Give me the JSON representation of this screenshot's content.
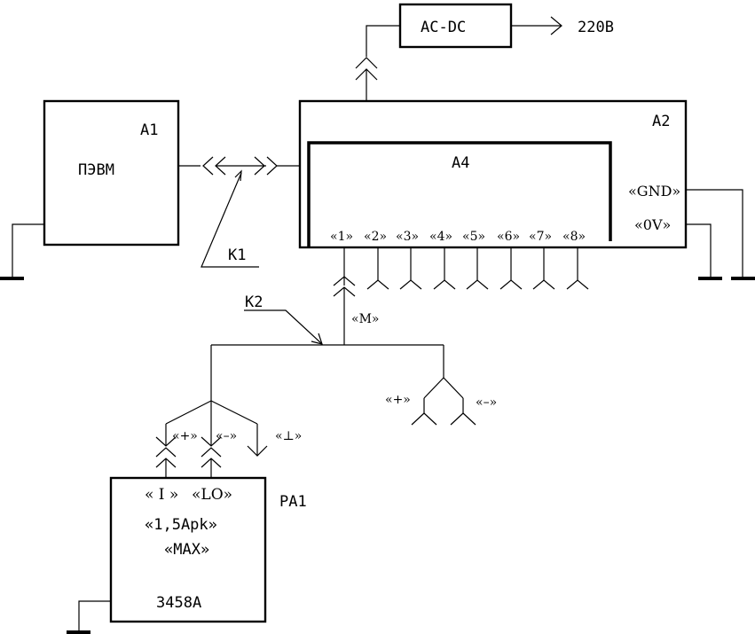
{
  "blocks": {
    "a1": {
      "ref": "A1",
      "name": "ПЭВМ"
    },
    "a2": {
      "ref": "A2"
    },
    "a4": {
      "ref": "A4"
    },
    "acdc": {
      "name": "AC-DC"
    },
    "pa1": {
      "ref": "PA1",
      "model": "3458A"
    }
  },
  "mains": "220В",
  "cables": {
    "k1": "К1",
    "k2": "К2"
  },
  "a2_terminals": {
    "gnd": "«GND»",
    "zero_v": "«0V»"
  },
  "a4_channels": [
    "«1»",
    "«2»",
    "«3»",
    "«4»",
    "«5»",
    "«6»",
    "«7»",
    "«8»"
  ],
  "k2_labels": {
    "m": "«M»",
    "plus": "«+»",
    "minus": "«–»",
    "ground": "«⊥»"
  },
  "k2_branch": {
    "plus": "«+»",
    "minus": "«–»"
  },
  "pa1_labels": {
    "i": "« I »",
    "lo": "«LO»",
    "current": "«1,5Apk»",
    "max": "«MAX»"
  }
}
